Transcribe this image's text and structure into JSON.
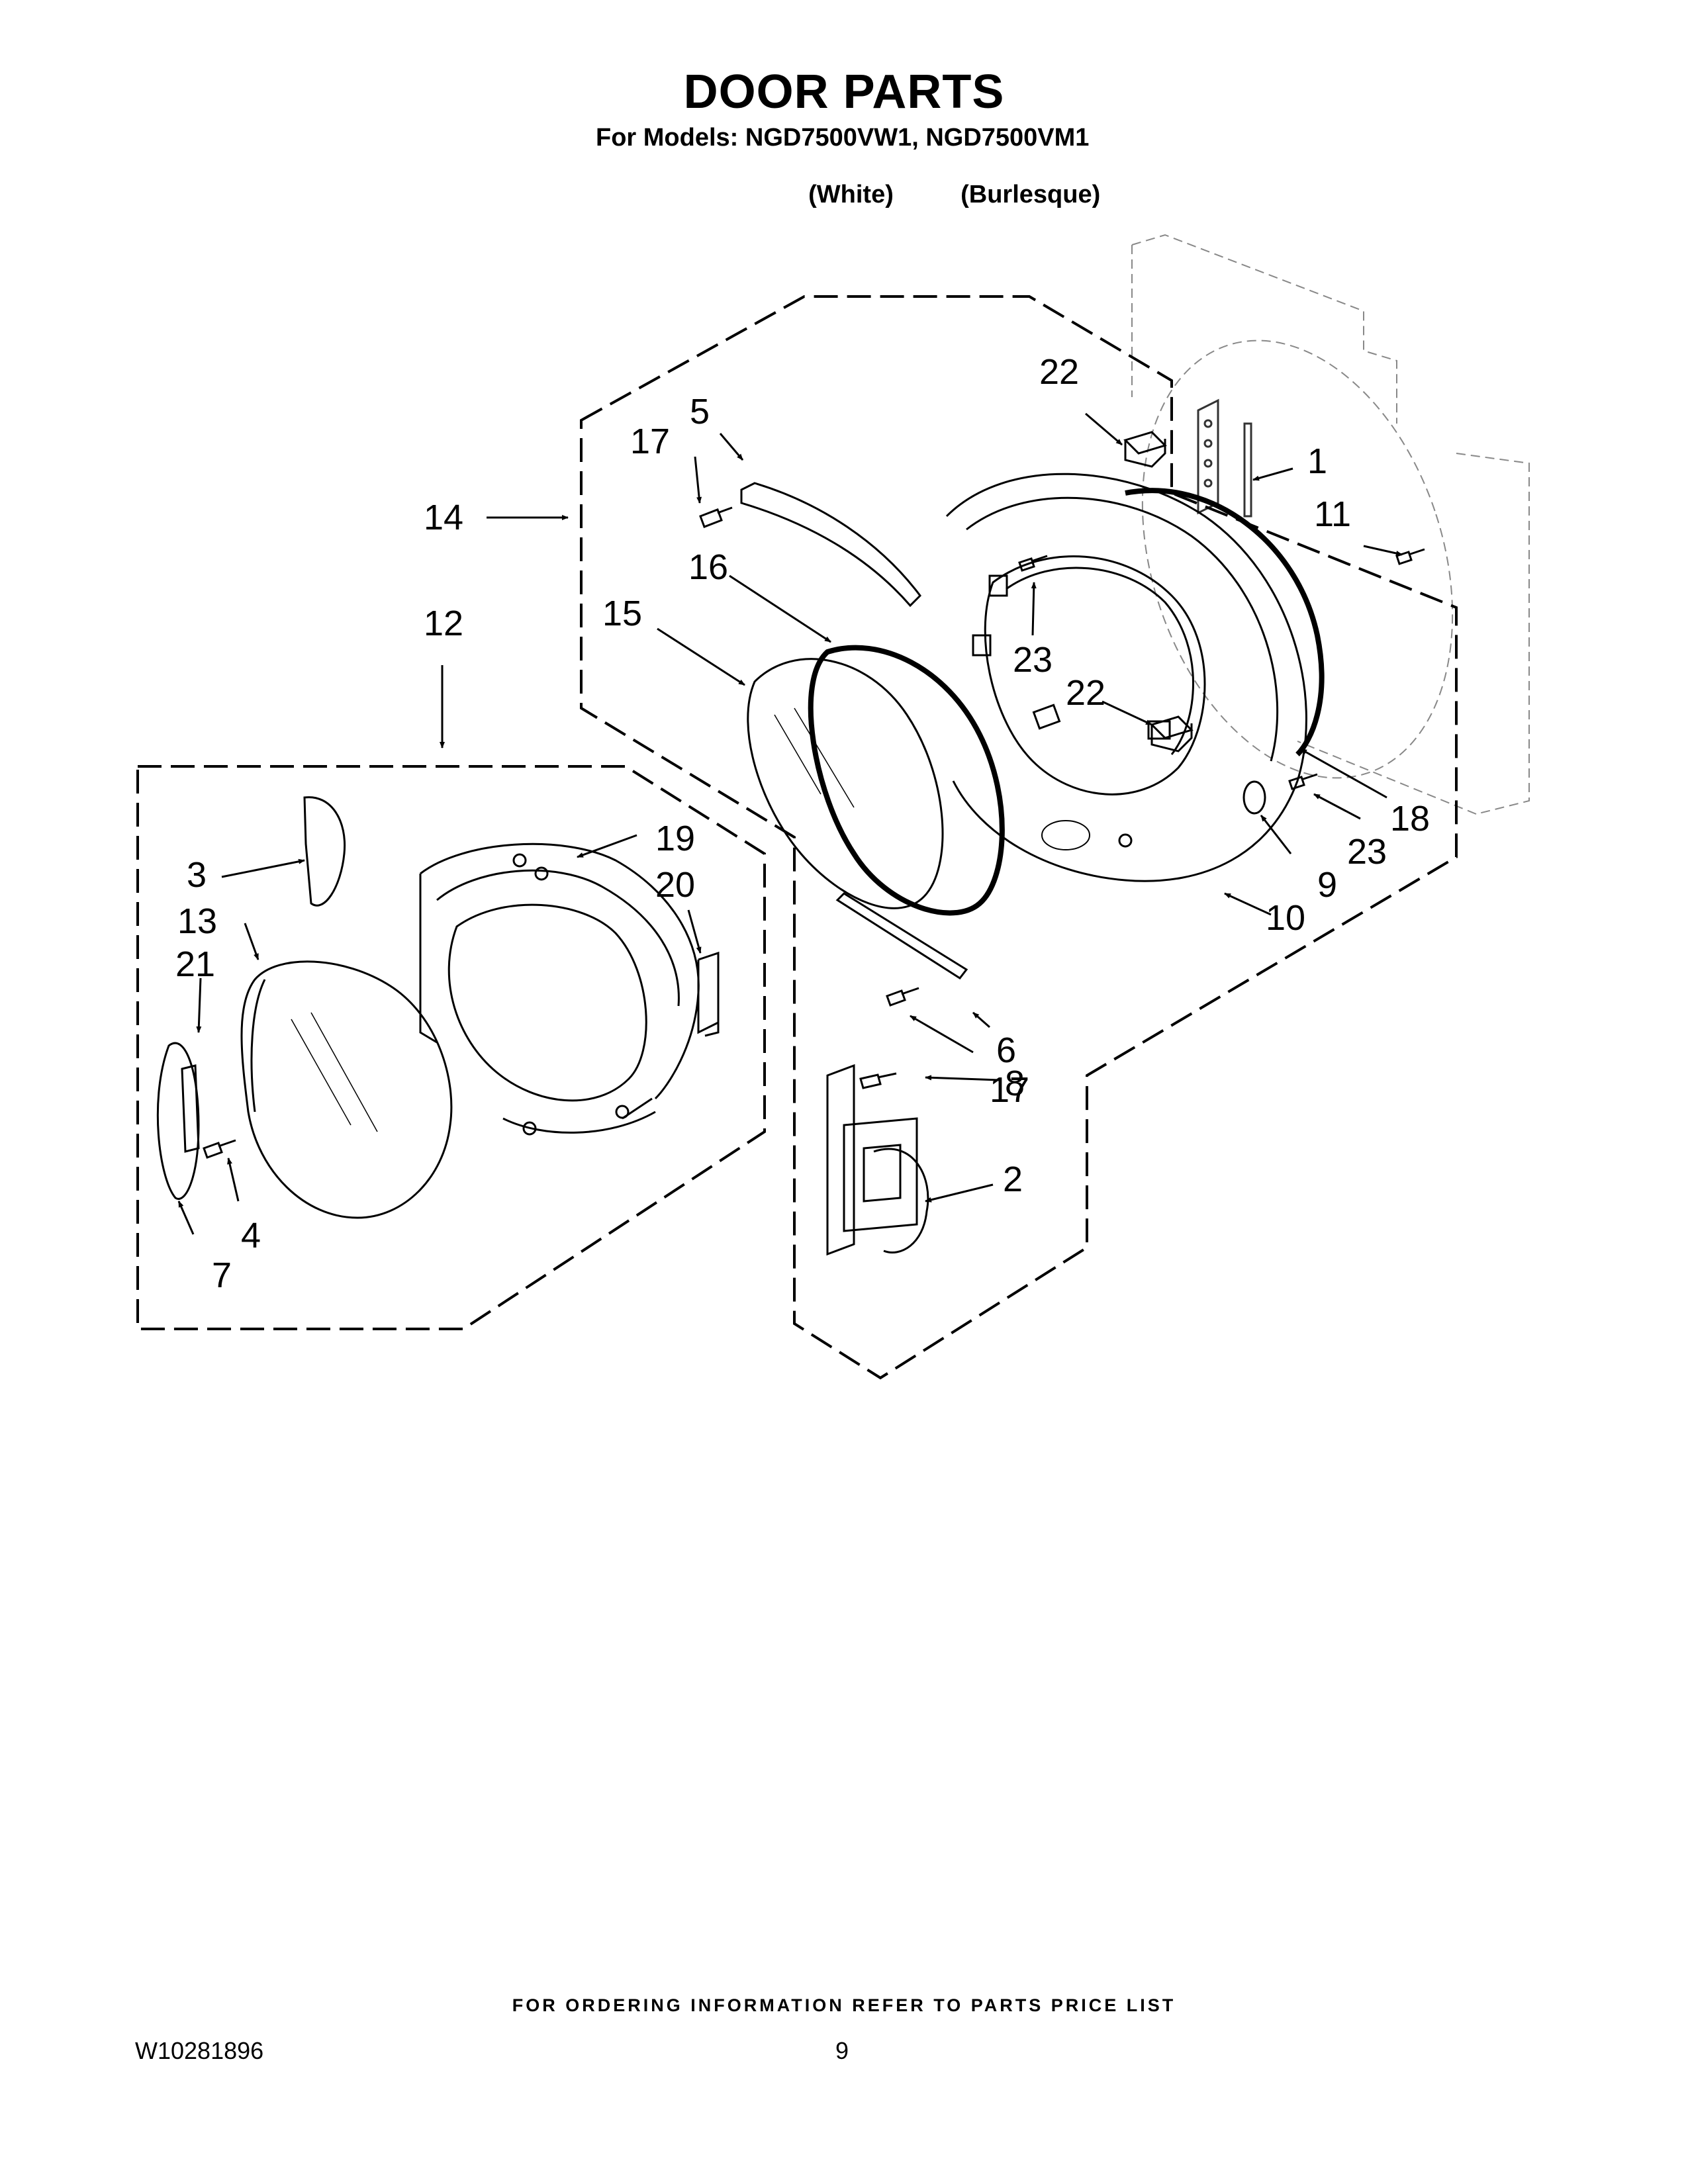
{
  "header": {
    "title": "DOOR PARTS",
    "models_line": "For Models: NGD7500VW1, NGD7500VM1",
    "variant_white": "(White)",
    "variant_burlesque": "(Burlesque)"
  },
  "callouts": [
    "1",
    "2",
    "3",
    "4",
    "5",
    "6",
    "7",
    "8",
    "9",
    "10",
    "11",
    "12",
    "13",
    "14",
    "15",
    "16",
    "17",
    "17",
    "18",
    "19",
    "20",
    "21",
    "22",
    "22",
    "23",
    "23"
  ],
  "footer": {
    "ordering_note": "FOR ORDERING INFORMATION REFER TO PARTS PRICE LIST",
    "document_number": "W10281896",
    "page_number": "9"
  }
}
